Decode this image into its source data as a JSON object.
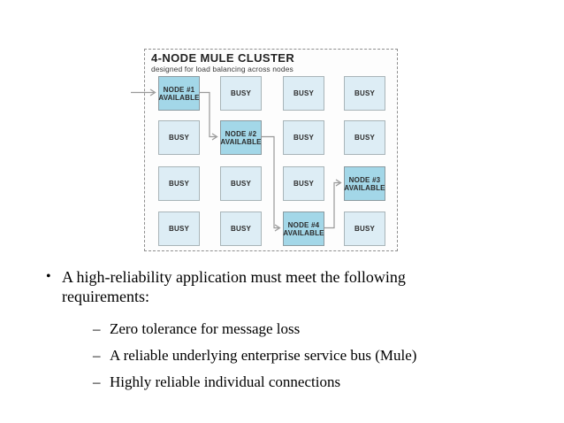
{
  "diagram": {
    "title": "4-NODE MULE CLUSTER",
    "subtitle": "designed for load balancing across nodes",
    "colors": {
      "available_fill": "#a3d7e8",
      "busy_fill": "#ddedf5",
      "available_border": "#8a9aa0",
      "busy_border": "#a8b4b8",
      "dashed_border": "#8f8f8f",
      "connector": "#999999"
    },
    "nodes": [
      {
        "state": "available",
        "line1": "NODE #1",
        "line2": "AVAILABLE"
      },
      {
        "state": "busy",
        "line1": "BUSY"
      },
      {
        "state": "busy",
        "line1": "BUSY"
      },
      {
        "state": "busy",
        "line1": "BUSY"
      },
      {
        "state": "busy",
        "line1": "BUSY"
      },
      {
        "state": "available",
        "line1": "NODE #2",
        "line2": "AVAILABLE"
      },
      {
        "state": "busy",
        "line1": "BUSY"
      },
      {
        "state": "busy",
        "line1": "BUSY"
      },
      {
        "state": "busy",
        "line1": "BUSY"
      },
      {
        "state": "busy",
        "line1": "BUSY"
      },
      {
        "state": "busy",
        "line1": "BUSY"
      },
      {
        "state": "available",
        "line1": "NODE #3",
        "line2": "AVAILABLE"
      },
      {
        "state": "busy",
        "line1": "BUSY"
      },
      {
        "state": "busy",
        "line1": "BUSY"
      },
      {
        "state": "available",
        "line1": "NODE #4",
        "line2": "AVAILABLE"
      },
      {
        "state": "busy",
        "line1": "BUSY"
      }
    ]
  },
  "bullets": {
    "l1_marker": "•",
    "l1_text": "A high-reliability application must meet the following requirements:",
    "l2_marker": "–",
    "items": [
      "Zero tolerance for message loss",
      "A reliable underlying enterprise service bus (Mule)",
      "Highly reliable individual connections"
    ]
  }
}
